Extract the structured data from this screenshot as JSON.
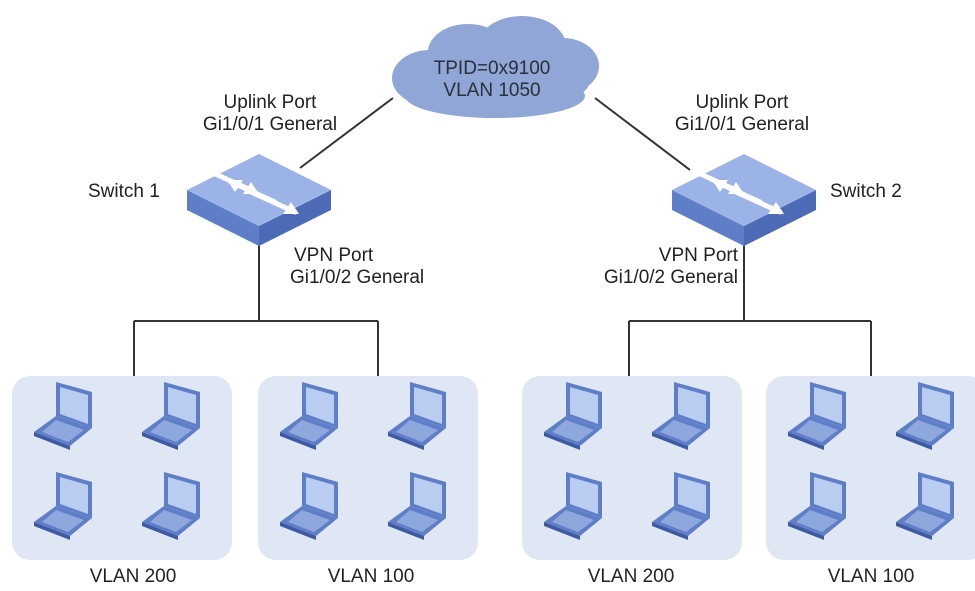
{
  "cloud": {
    "line1": "TPID=0x9100",
    "line2": "VLAN 1050"
  },
  "switches": [
    {
      "name": "Switch 1",
      "uplink": {
        "line1": "Uplink Port",
        "line2": "Gi1/0/1 General"
      },
      "vpn": {
        "line1": "VPN Port",
        "line2": "Gi1/0/2 General"
      }
    },
    {
      "name": "Switch 2",
      "uplink": {
        "line1": "Uplink Port",
        "line2": "Gi1/0/1 General"
      },
      "vpn": {
        "line1": "VPN Port",
        "line2": "Gi1/0/2 General"
      }
    }
  ],
  "groups": [
    {
      "label": "VLAN 200"
    },
    {
      "label": "VLAN 100"
    },
    {
      "label": "VLAN 200"
    },
    {
      "label": "VLAN 100"
    }
  ],
  "colors": {
    "cloud": "#8fa6d6",
    "switch_top": "#9bb3e6",
    "switch_side": "#5f7ec8",
    "group_bg": "#dfe6f4",
    "laptop_screen": "#b8cdef",
    "laptop_body": "#5f7ec8",
    "line": "#333333"
  }
}
